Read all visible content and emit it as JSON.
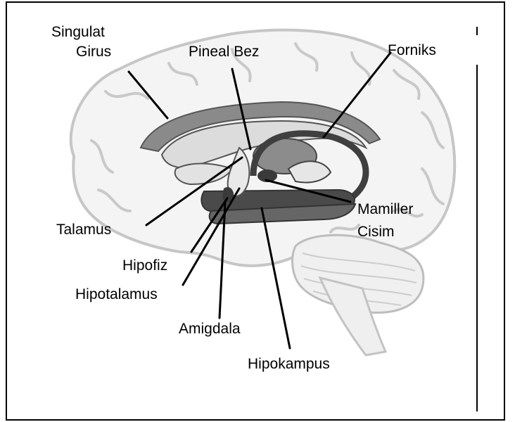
{
  "labels": {
    "singulat_girus_1": "Singulat",
    "singulat_girus_2": "Girus",
    "pineal_bez": "Pineal Bez",
    "forniks": "Forniks",
    "talamus": "Talamus",
    "mamiller_cisim_1": "Mamiller",
    "mamiller_cisim_2": "Cisim",
    "hipofiz": "Hipofiz",
    "hipotalamus": "Hipotalamus",
    "amigdala": "Amigdala",
    "hipokampus": "Hipokampus"
  },
  "colors": {
    "brain_outline": "#c8c8c8",
    "cingulate": "#8a8a8a",
    "light_fill": "#dedede",
    "dark_structure": "#4a4a4a",
    "line": "#000000"
  }
}
